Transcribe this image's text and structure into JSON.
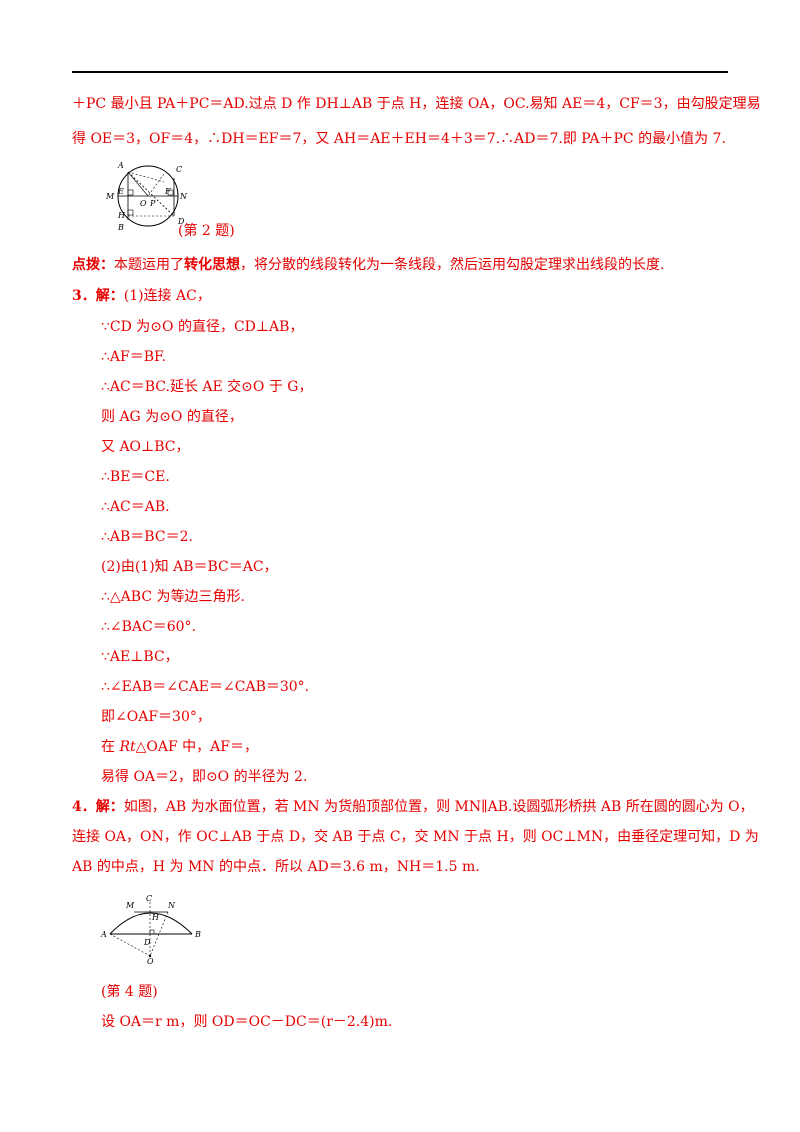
{
  "lines": {
    "l1": "＋PC 最小且 PA＋PC＝AD.过点 D 作 DH⊥AB 于点 H，连接 OA，OC.易知 AE＝4，CF＝3，由勾股定理易",
    "l2": "得 OE＝3，OF＝4，∴DH＝EF＝7，又 AH＝AE＋EH＝4＋3＝7.∴AD＝7.即 PA＋PC 的最小值为 7.",
    "fig2_caption": "(第 2 题)",
    "tip_label": "点拨：",
    "tip_a": "本题运用了",
    "tip_b": "转化思想",
    "tip_c": "，将分散的线段转化为一条线段，然后运用勾股定理求出线段的长度.",
    "q3_label": "3．解：",
    "q3_first": "(1)连接 AC，",
    "s1": "∵CD 为⊙O 的直径，CD⊥AB，",
    "s2": "∴AF＝BF.",
    "s3": "∴AC＝BC.延长 AE 交⊙O 于 G，",
    "s4": "则 AG 为⊙O 的直径，",
    "s5": "又 AO⊥BC，",
    "s6": "∴BE＝CE.",
    "s7": "∴AC＝AB.",
    "s8": "∴AB＝BC＝2.",
    "s9": "(2)由(1)知 AB＝BC＝AC，",
    "s10": "∴△ABC 为等边三角形.",
    "s11": "∴∠BAC＝60°.",
    "s12": "∵AE⊥BC，",
    "s13": "∴∠EAB＝∠CAE＝∠CAB＝30°.",
    "s14": "即∠OAF＝30°，",
    "s15_a": "在 ",
    "s15_b": "Rt",
    "s15_c": "△OAF 中，AF＝，",
    "s16": "易得 OA＝2，即⊙O 的半径为 2.",
    "q4_label": "4．解：",
    "q4_l1": "如图，AB 为水面位置，若 MN 为货船顶部位置，则 MN∥AB.设圆弧形桥拱 AB 所在圆的圆心为 O，",
    "q4_l2": "连接 OA，ON，作 OC⊥AB 于点 D，交 AB 于点 C，交 MN 于点 H，则 OC⊥MN，由垂径定理可知，D 为",
    "q4_l3": "AB 的中点，H 为 MN 的中点．所以 AD＝3.6 m，NH＝1.5 m.",
    "fig4_caption": "(第 4 题)",
    "last": "设 OA＝r m，则 OD＝OC－DC＝(r－2.4)m."
  },
  "fig2_labels": {
    "A": "A",
    "C": "C",
    "M": "M",
    "E": "E",
    "F": "F",
    "N": "N",
    "O": "O",
    "P": "P",
    "H": "H",
    "D": "D",
    "B": "B"
  },
  "fig4_labels": {
    "M": "M",
    "C": "C",
    "N": "N",
    "H": "H",
    "A": "A",
    "D": "D",
    "B": "B",
    "O": "O"
  },
  "colors": {
    "text": "#e60000",
    "rule": "#000000"
  }
}
